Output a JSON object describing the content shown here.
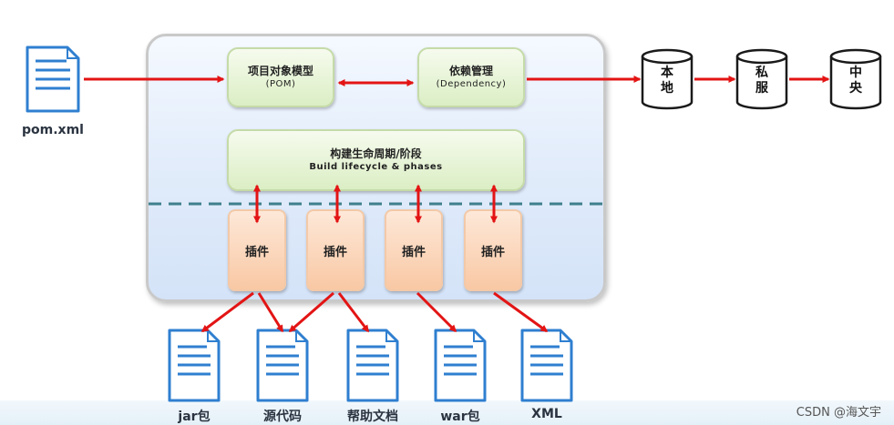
{
  "source_file": {
    "label": "pom.xml"
  },
  "core": {
    "pom_box": {
      "line1": "项目对象模型",
      "line2": "(POM)"
    },
    "dependency_box": {
      "line1": "依赖管理",
      "line2": "(Dependency)"
    },
    "lifecycle_box": {
      "line1": "构建生命周期/阶段",
      "line2": "Build lifecycle & phases"
    },
    "plugins": [
      "插件",
      "插件",
      "插件",
      "插件"
    ]
  },
  "repositories": [
    {
      "line1": "本",
      "line2": "地"
    },
    {
      "line1": "私",
      "line2": "服"
    },
    {
      "line1": "中",
      "line2": "央"
    }
  ],
  "outputs": [
    "jar包",
    "源代码",
    "帮助文档",
    "war包",
    "XML"
  ],
  "watermark": "CSDN @海文宇",
  "colors": {
    "arrow": "#e31414",
    "doc_stroke": "#2f7fd0",
    "dashed_line": "#3f7f8c"
  }
}
